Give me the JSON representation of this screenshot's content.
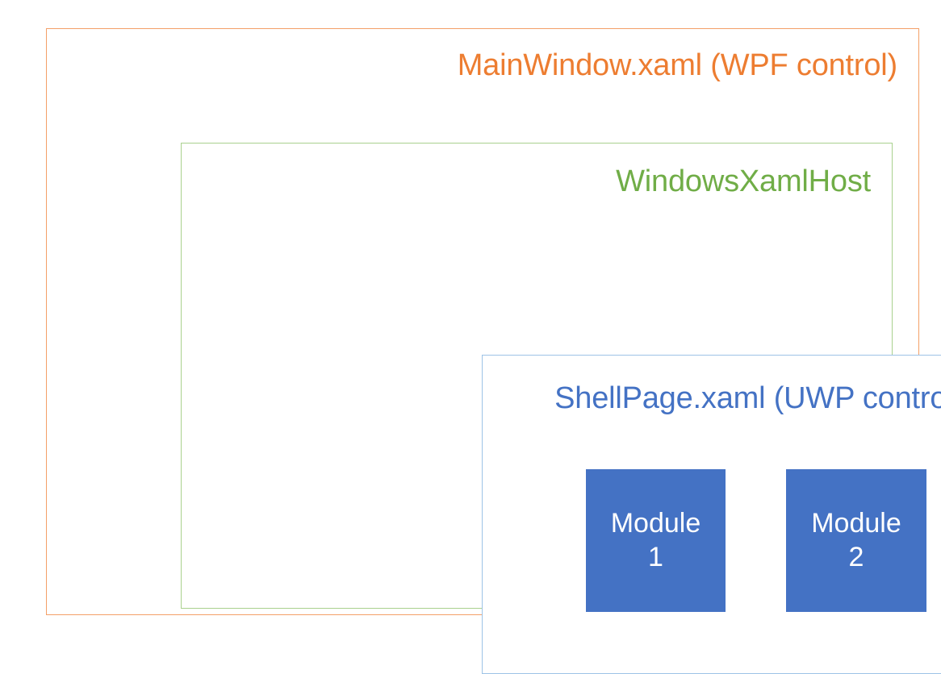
{
  "diagram": {
    "type": "nested-containment",
    "background": "#ffffff",
    "layers": [
      {
        "id": "mainwindow",
        "label": "MainWindow.xaml (WPF control)",
        "text_color": "#ED7D31",
        "border_color": "#F4A068",
        "label_align": "right"
      },
      {
        "id": "windowsxamlhost",
        "label": "WindowsXamlHost",
        "text_color": "#70AD47",
        "border_color": "#A9D18E",
        "label_align": "right"
      },
      {
        "id": "shellpage",
        "label": "ShellPage.xaml (UWP control)",
        "text_color": "#4472C4",
        "border_color": "#9DC3E6",
        "label_align": "right"
      }
    ],
    "modules": [
      {
        "id": "module-1",
        "line1": "Module",
        "line2": "1",
        "fill": "#4472C4",
        "text_color": "#FFFFFF"
      },
      {
        "id": "module-2",
        "line1": "Module",
        "line2": "2",
        "fill": "#4472C4",
        "text_color": "#FFFFFF"
      }
    ]
  }
}
